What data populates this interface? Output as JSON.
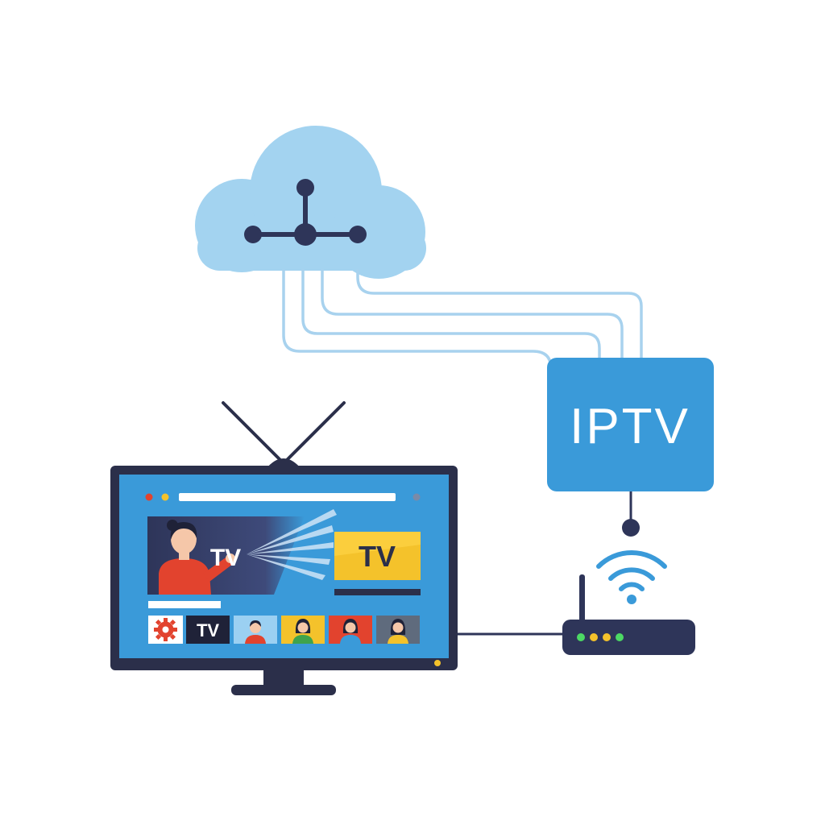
{
  "iptv_box": {
    "label": "IPTV"
  },
  "tv_screen": {
    "hero_label": "TV",
    "banner_label": "TV",
    "channel_tile_label": "TV"
  },
  "router": {
    "status_led_count": 4
  },
  "colors": {
    "cloud": "#a3d3f0",
    "network_node": "#2e3559",
    "iptv_box": "#3a9ad9",
    "iptv_text": "#ffffff",
    "cables": "#a8d2ee",
    "tv_frame": "#2b2f4a",
    "tv_screen": "#3a9ad9",
    "banner": "#f4c22b",
    "presenter_shirt": "#e2432e",
    "router_body": "#2e3559",
    "wifi_signal": "#3a9ad9"
  },
  "icons": {
    "cloud": "cloud-icon",
    "network": "network-hub-icon",
    "wifi": "wifi-icon",
    "settings": "gear-icon"
  }
}
